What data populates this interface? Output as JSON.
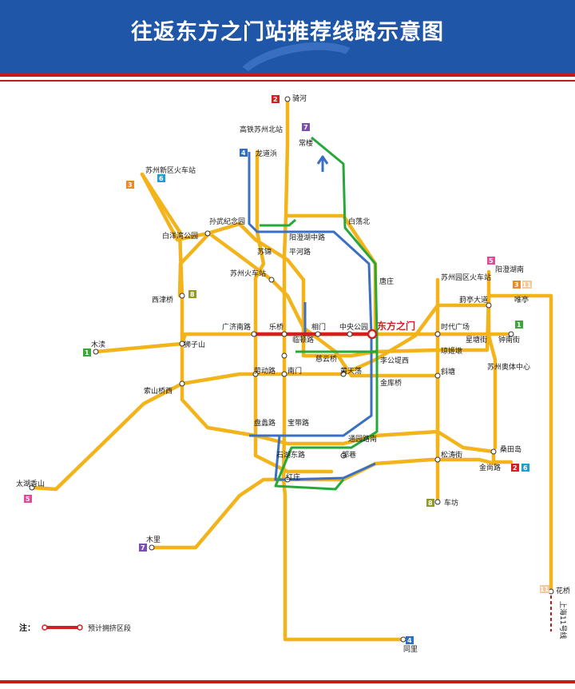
{
  "title": "往返东方之门站推荐线路示意图",
  "colors": {
    "banner": "#1f56a8",
    "metro_line": "#f2b31b",
    "route_blue": "#3b6fc4",
    "route_green": "#26a83a",
    "crowded": "#d22020"
  },
  "hub_station": "东方之门",
  "stations": {
    "qihe": "骑河",
    "gaotie": "高铁苏州北站",
    "changlou": "常楼",
    "longdaobang": "龙道浜",
    "xinqu": "苏州新区火车站",
    "sunwu": "孙武纪念园",
    "baiyangwan": "白洋湾公园",
    "yangcheng": "阳澄湖中路",
    "baidang": "白荡北",
    "suyuan": "苏锦",
    "pinghe": "平河路",
    "huochezhan": "苏州火车站",
    "xijin": "西津桥",
    "tangzhuang": "唐庄",
    "yuanqu": "苏州园区火车站",
    "yangcheng_s": "阳澄湖南",
    "weiting": "唯亭",
    "yitingdadao": "葑亭大道",
    "muxu": "木渎",
    "shizishan": "狮子山",
    "guangjinan": "广济南路",
    "leqiao": "乐桥",
    "xiangmen": "相门",
    "zhongyang": "中央公园",
    "shidai": "时代广场",
    "xingtang": "星塘街",
    "zhongnan": "钟南街",
    "linshun": "临顿路",
    "ciyun": "慈云桥",
    "ligong": "李公堤西",
    "qiongji": "琼姬墩",
    "aoti": "苏州奥体中心",
    "laodong": "劳动路",
    "nanmen": "南门",
    "huangtian": "黄天荡",
    "jinku": "金库桥",
    "xietang": "斜塘",
    "suoshan": "索山桥西",
    "panpan": "盘蠡路",
    "baodai": "宝带路",
    "tongyuan": "通园路南",
    "sangtian": "桑田岛",
    "jinshang": "金尚路",
    "shihudong": "石湖东路",
    "guoxiang": "郭巷",
    "songtao": "松涛街",
    "taihu": "太湖香山",
    "hongzhuang": "红庄",
    "chefang": "车坊",
    "muli": "木里",
    "huaqiao": "花桥",
    "tongli": "同里",
    "shanghai11": "上海11号线"
  },
  "line_numbers": {
    "l1a": "1",
    "l1b": "1",
    "l2a": "2",
    "l2b": "2",
    "l3a": "3",
    "l3b": "3",
    "l4a": "4",
    "l4b": "4",
    "l5a": "5",
    "l5b": "5",
    "l6a": "6",
    "l6b": "6",
    "l7a": "7",
    "l7b": "7",
    "l8a": "8",
    "l8b": "8",
    "l11a": "11",
    "l11b": "11"
  },
  "line_colors": {
    "1": "#3aa83a",
    "2": "#d22020",
    "3": "#e8892a",
    "4": "#2f6fc0",
    "5": "#e04b9c",
    "6": "#1aa0d8",
    "7": "#7b4fb0",
    "8": "#8f9a2a",
    "11": "#f3c89a"
  },
  "legend": {
    "label": "注：",
    "text": "预计拥挤区段"
  }
}
